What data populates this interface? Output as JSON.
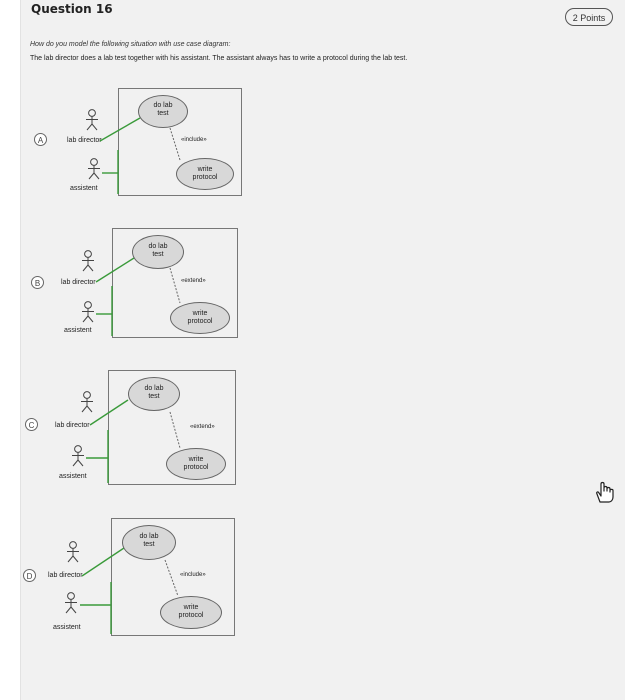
{
  "question": {
    "title": "Question 16",
    "points": "2 Points",
    "prompt": "How do you model the following situation with use case diagram:",
    "scenario": "The lab director does a lab test together with his assistant. The assistant always has to write a protocol during the lab test."
  },
  "options": [
    {
      "letter": "A",
      "actor1": "lab director",
      "actor2": "assistent",
      "usecase1": [
        "do lab",
        "test"
      ],
      "usecase2": [
        "write",
        "protocol"
      ],
      "relation": "«include»"
    },
    {
      "letter": "B",
      "actor1": "lab director",
      "actor2": "assistent",
      "usecase1": [
        "do lab",
        "test"
      ],
      "usecase2": [
        "write",
        "protocol"
      ],
      "relation": "«extend»"
    },
    {
      "letter": "C",
      "actor1": "lab director",
      "actor2": "assistent",
      "usecase1": [
        "do lab",
        "test"
      ],
      "usecase2": [
        "write",
        "protocol"
      ],
      "relation": "«extend»"
    },
    {
      "letter": "D",
      "actor1": "lab director",
      "actor2": "assistent",
      "usecase1": [
        "do lab",
        "test"
      ],
      "usecase2": [
        "write",
        "protocol"
      ],
      "relation": "«include»"
    }
  ],
  "colors": {
    "background": "#f1f1f1",
    "usecase_fill": "#d8d8d8",
    "system_highlight": "#3a9a3a"
  },
  "icons": {
    "cursor": "hand-pointer-icon",
    "actor": "stick-figure-icon"
  }
}
